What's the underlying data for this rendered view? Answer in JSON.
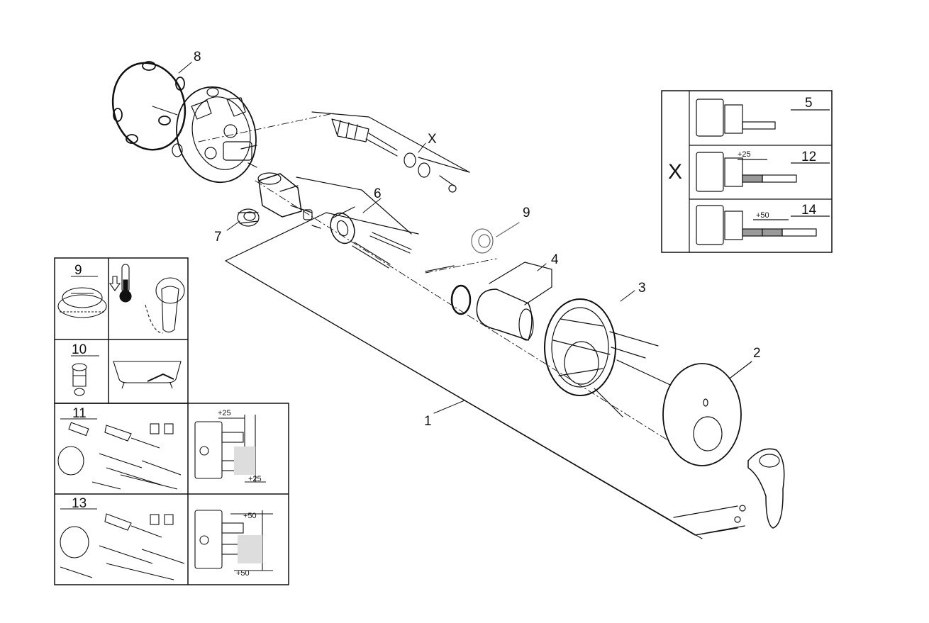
{
  "callouts": {
    "c1": "1",
    "c2": "2",
    "c3": "3",
    "c4": "4",
    "c6": "6",
    "c7": "7",
    "c8": "8",
    "c9": "9",
    "cx": "X"
  },
  "variant_box": {
    "label": "X",
    "rows": [
      {
        "number": "5",
        "extension": ""
      },
      {
        "number": "12",
        "extension": "+25"
      },
      {
        "number": "14",
        "extension": "+50"
      }
    ]
  },
  "accessory_box": {
    "rows": [
      {
        "number": "9"
      },
      {
        "number": "10"
      },
      {
        "number": "11",
        "dim_top": "+25",
        "dim_bottom": "+25"
      },
      {
        "number": "13",
        "dim_top": "+50",
        "dim_bottom": "+50"
      }
    ]
  },
  "icons": [
    "thermometer-icon",
    "arrow-down-icon",
    "bathtub-icon",
    "lever-handle-icon"
  ]
}
